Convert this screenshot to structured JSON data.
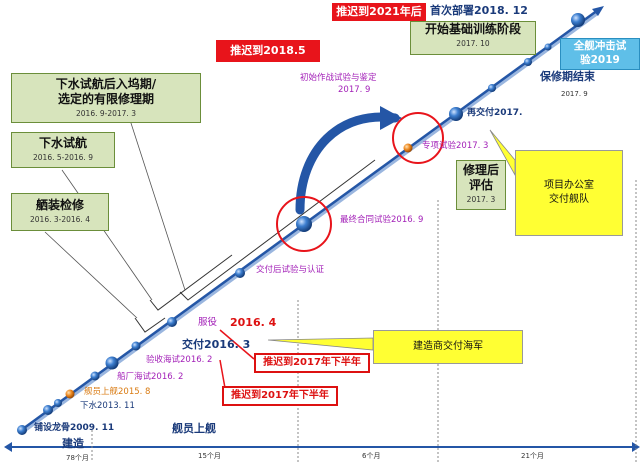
{
  "colors": {
    "timeline": "#2456a6",
    "node": "#2f6fb7",
    "node_orange": "#e5811e",
    "milestone_text": "#a321b8",
    "delay_red": "#e8141b",
    "callout_yellow": "#ffff33",
    "box_green": "#d7e4bc",
    "bracket_blue": "#cfe2f6"
  },
  "header": {
    "delay_2021_label": "推迟到2021年后",
    "first_deploy_label": "首次部署2018. 12",
    "delay_2018_label": "推迟到2018.5"
  },
  "boxes": {
    "basic_training": {
      "title": "开始基础训练阶段",
      "date": "2017. 10"
    },
    "combat_assault": {
      "line1": "全舰冲击试",
      "line2": "验2019"
    },
    "sea_trial_dock": {
      "line1": "下水试航后入坞期/",
      "line2": "选定的有限修理期",
      "date": "2016. 9-2017. 3"
    },
    "sea_trial": {
      "title": "下水试航",
      "date": "2016. 5-2016. 9"
    },
    "outfitting": {
      "title": "舾装检修",
      "date": "2016. 3-2016. 4"
    },
    "post_repair": {
      "line1": "修理后",
      "line2": "评估",
      "date": "2017. 3"
    }
  },
  "milestones": {
    "warranty_end": {
      "label": "保修期结束",
      "date": "2017. 9"
    },
    "initial_ops": {
      "line1": "初始作战试验与鉴定",
      "line2": "2017. 9"
    },
    "redelivery": "再交付2017.",
    "special_trial": "专项试验2017. 3",
    "final_contract": "最终合同试验2016. 9",
    "post_delivery": "交付后试验与认证",
    "commission_label": "服役",
    "commission_date": "2016. 4",
    "delivery": "交付2016. 3",
    "acceptance": "验收海试2016. 2",
    "builder_trial": "船厂海试2016. 2",
    "crew_onboard": "舰员上舰2015. 8",
    "launch": "下水2013. 11",
    "keel": "铺设龙骨2009. 11"
  },
  "callouts": {
    "project_office": {
      "line1": "项目办公室",
      "line2": "交付舰队"
    },
    "builder_delivery": "建造商交付海军",
    "delay_2017_a": "推迟到2017年下半年",
    "delay_2017_b": "推迟到2017年下半年"
  },
  "bottom": {
    "construction_label": "建造",
    "construction_months": "78个月",
    "crew_label": "舰员上舰",
    "months_15": "15个月",
    "months_6": "6个月",
    "months_21": "21个月"
  }
}
